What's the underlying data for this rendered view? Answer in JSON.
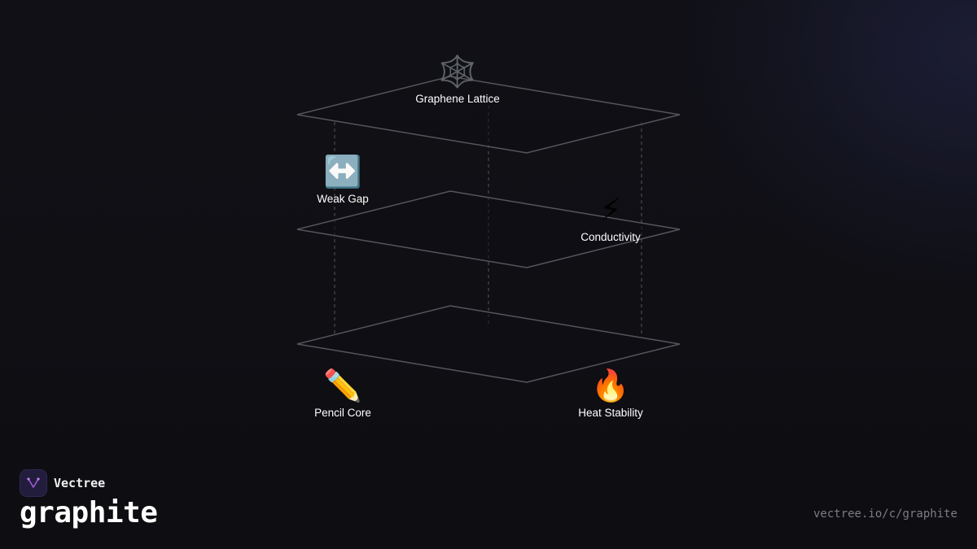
{
  "diagram": {
    "nodes": [
      {
        "id": "lattice",
        "emoji": "🕸️",
        "label": "Graphene Lattice"
      },
      {
        "id": "weak_gap",
        "emoji": "↔️",
        "label": "Weak Gap"
      },
      {
        "id": "conductivity",
        "emoji": "⚡",
        "label": "Conductivity"
      },
      {
        "id": "pencil",
        "emoji": "✏️",
        "label": "Pencil Core"
      },
      {
        "id": "heat",
        "emoji": "🔥",
        "label": "Heat Stability"
      }
    ]
  },
  "brand": {
    "name": "Vectree",
    "topic": "graphite",
    "url": "vectree.io/c/graphite"
  },
  "colors": {
    "background": "#0f0f14",
    "line": "#55555b",
    "logo_bg": "#221c3d",
    "logo_accent": "#a05ad6"
  }
}
